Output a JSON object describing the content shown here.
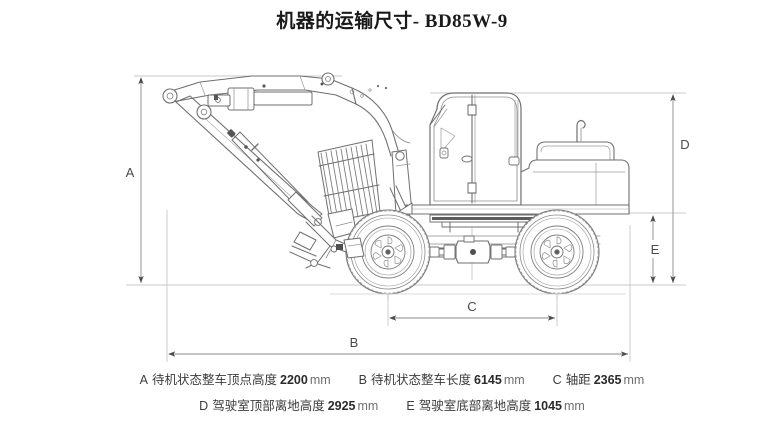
{
  "title": "机器的运输尺寸- BD85W-9",
  "diagram": {
    "type": "technical-dimension-drawing",
    "subject": "wheeled-excavator-side-view",
    "machine_model": "BD85W-9",
    "background_color": "#ffffff",
    "line_color": "#6b6b6b",
    "dimension_color": "#8a8a8a",
    "label_color": "#4a4a4a",
    "dimension_labels": {
      "A": "A",
      "B": "B",
      "C": "C",
      "D": "D",
      "E": "E"
    }
  },
  "legend": {
    "row1": [
      {
        "key": "A",
        "label": "待机状态整车顶点高度",
        "value": "2200",
        "unit": "mm"
      },
      {
        "key": "B",
        "label": "待机状态整车长度",
        "value": "6145",
        "unit": "mm"
      },
      {
        "key": "C",
        "label": "轴距",
        "value": "2365",
        "unit": "mm"
      }
    ],
    "row2": [
      {
        "key": "D",
        "label": "驾驶室顶部离地高度",
        "value": "2925",
        "unit": "mm"
      },
      {
        "key": "E",
        "label": "驾驶室底部离地高度",
        "value": "1045",
        "unit": "mm"
      }
    ]
  }
}
